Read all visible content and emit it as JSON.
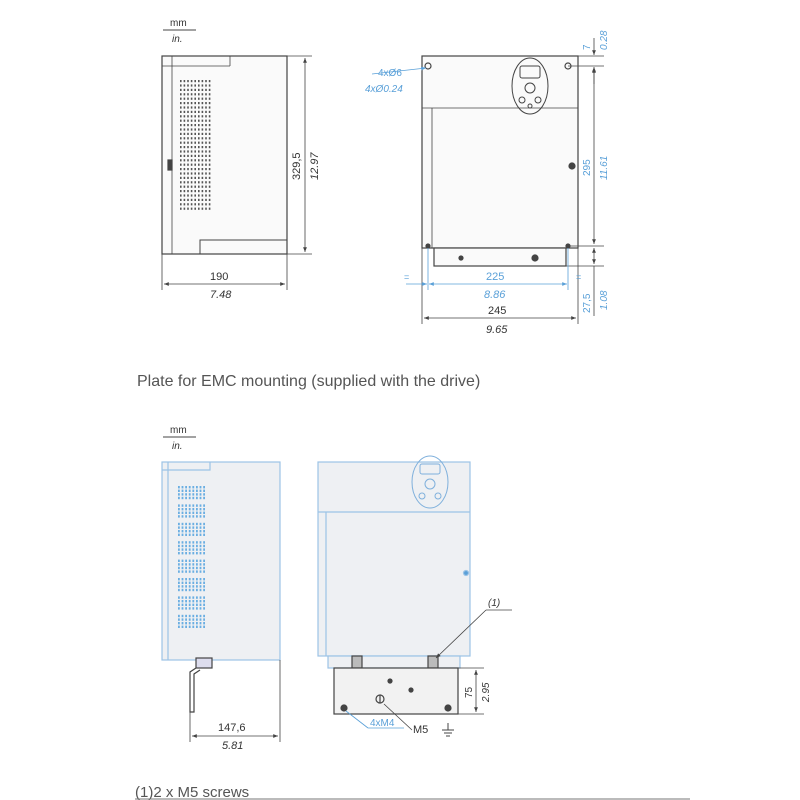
{
  "drawing1": {
    "unit_mm": "mm",
    "unit_in": "in.",
    "side_height_mm": "329,5",
    "side_height_in": "12.97",
    "side_width_mm": "190",
    "side_width_in": "7.48",
    "holes_mm": "4xØ6",
    "holes_in": "4xØ0.24",
    "top_offset_mm": "7",
    "top_offset_in": "0.28",
    "hole_pitch_v_mm": "295",
    "hole_pitch_v_in": "11.61",
    "bottom_offset_mm": "27,5",
    "bottom_offset_in": "1.08",
    "equal_mark": "=",
    "hole_pitch_h_mm": "225",
    "hole_pitch_h_in": "8.86",
    "front_width_mm": "245",
    "front_width_in": "9.65"
  },
  "plate_caption": "Plate for EMC mounting (supplied with the drive)",
  "drawing2": {
    "unit_mm": "mm",
    "unit_in": "in.",
    "depth_mm": "147,6",
    "depth_in": "5.81",
    "plate_height_mm": "75",
    "plate_height_in": "2.95",
    "callout": "(1)",
    "holes_label": "4xM4",
    "screw_label": "M5"
  },
  "footnote": "(1)2 x M5 screws",
  "colors": {
    "line": "#444444",
    "accent": "#5aa0d8",
    "fill": "#eef0f3"
  }
}
